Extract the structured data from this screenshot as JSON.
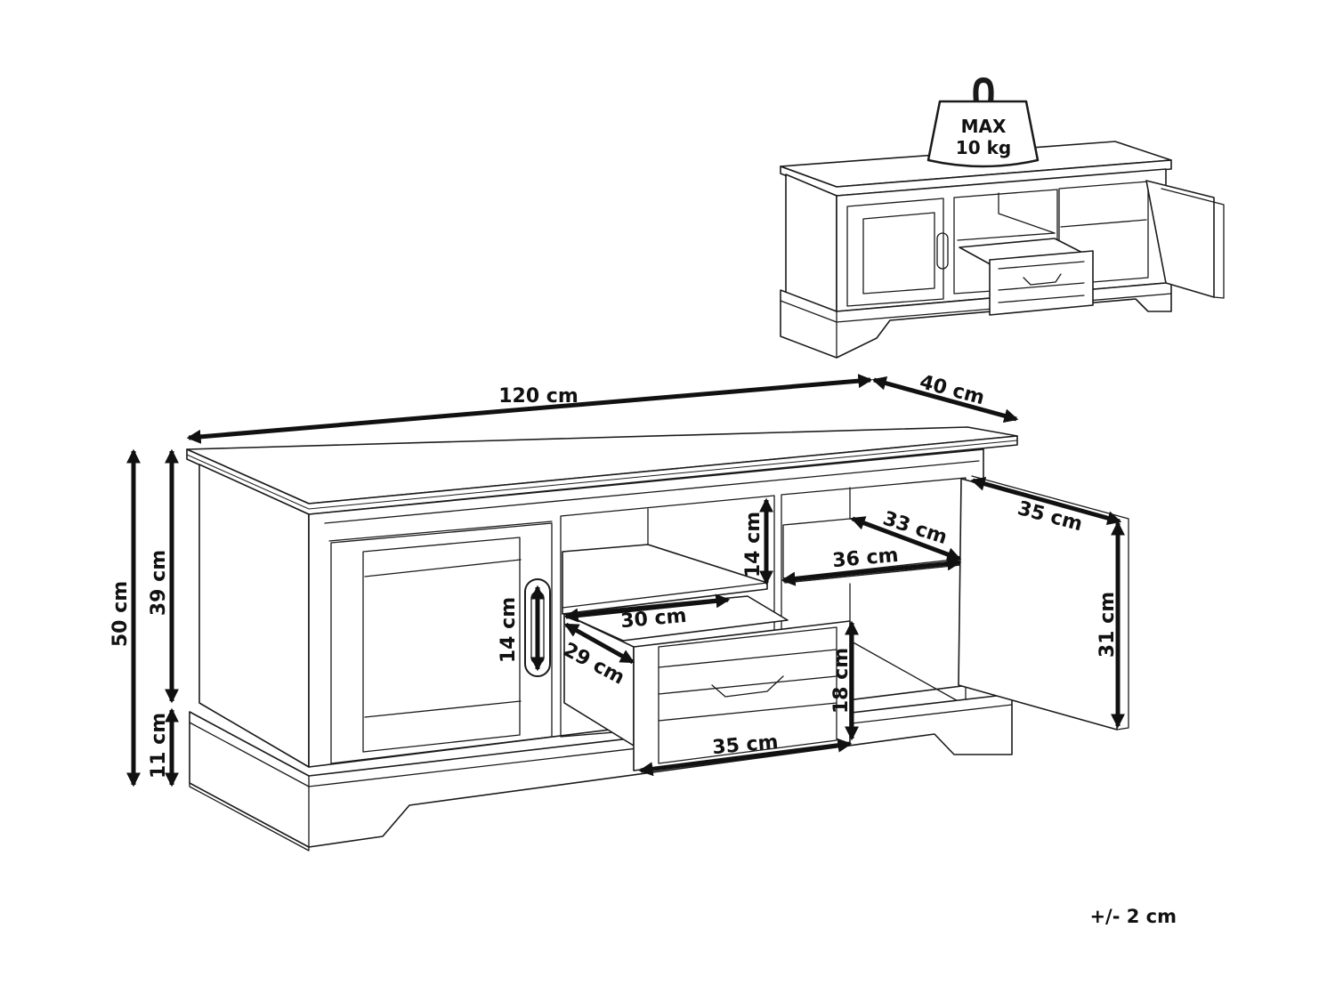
{
  "weight_badge": {
    "line1": "MAX",
    "line2": "10 kg"
  },
  "dimensions": {
    "width": "120 cm",
    "depth": "40 cm",
    "total_height": "50 cm",
    "body_height": "39 cm",
    "base_height": "11 cm",
    "handle_height": "14 cm",
    "shelf_height": "14 cm",
    "shelf_width": "36 cm",
    "shelf_depth": "33 cm",
    "drawer_inner_width": "30 cm",
    "drawer_depth": "29 cm",
    "drawer_front_width": "35 cm",
    "drawer_height": "18 cm",
    "door_width": "35 cm",
    "door_height": "31 cm"
  },
  "tolerance": "+/- 2 cm"
}
